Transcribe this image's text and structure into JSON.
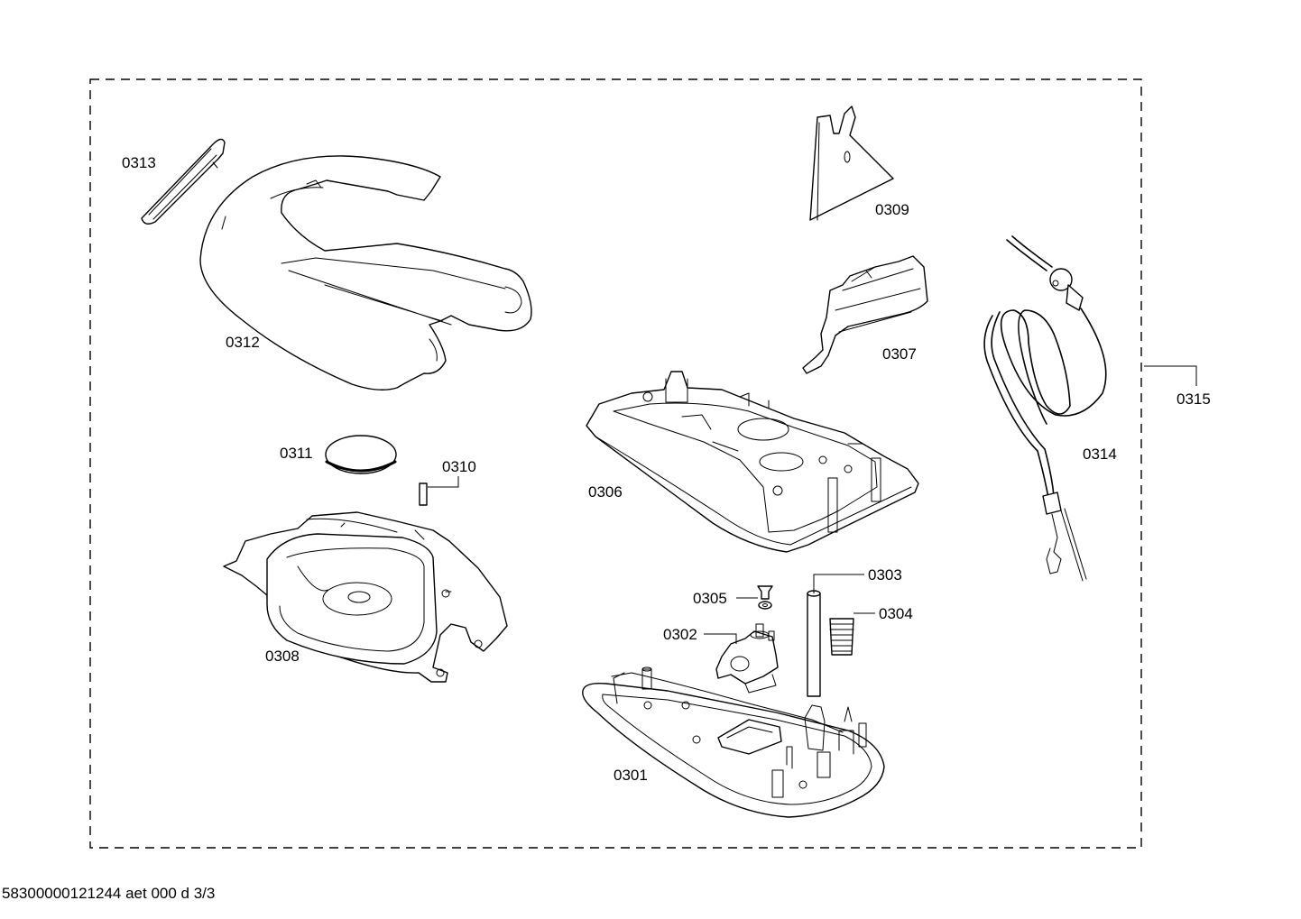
{
  "labels": {
    "p0301": "0301",
    "p0302": "0302",
    "p0303": "0303",
    "p0304": "0304",
    "p0305": "0305",
    "p0306": "0306",
    "p0307": "0307",
    "p0308": "0308",
    "p0309": "0309",
    "p0310": "0310",
    "p0311": "0311",
    "p0312": "0312",
    "p0313": "0313",
    "p0314": "0314",
    "p0315": "0315"
  },
  "footer": "58300000121244 aet 000 d 3/3"
}
